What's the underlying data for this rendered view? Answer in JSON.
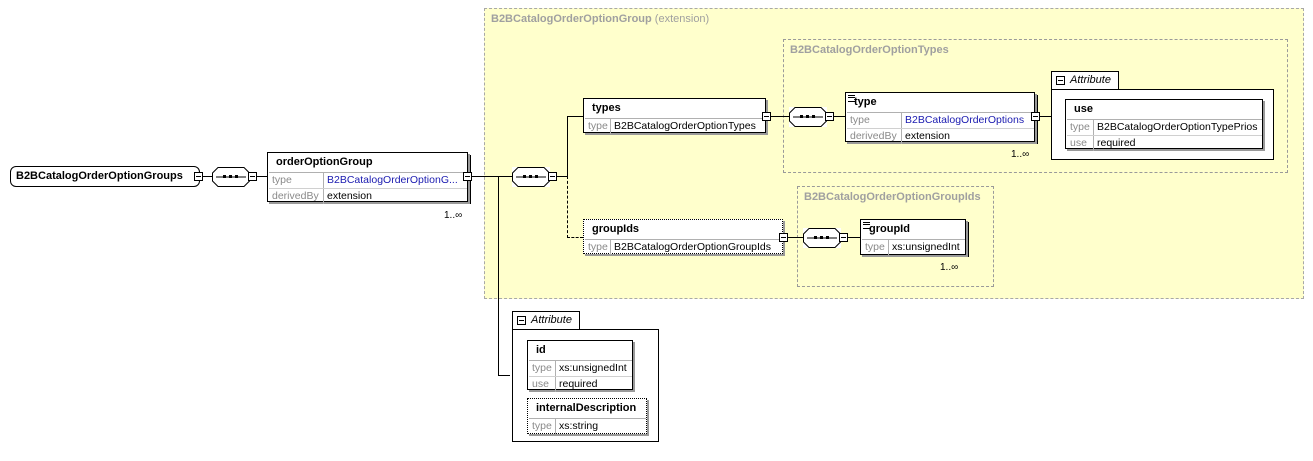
{
  "root": {
    "name": "B2BCatalogOrderOptionGroups"
  },
  "groups": {
    "extension_group": {
      "title": "B2BCatalogOrderOptionGroup",
      "suffix": "(extension)"
    },
    "types_group": {
      "title": "B2BCatalogOrderOptionTypes"
    },
    "groupids_group": {
      "title": "B2BCatalogOrderOptionGroupIds"
    }
  },
  "elements": {
    "orderOptionGroup": {
      "name": "orderOptionGroup",
      "type_key": "type",
      "type_value": "B2BCatalogOrderOptionG...",
      "derived_key": "derivedBy",
      "derived_value": "extension",
      "cardinality": "1..∞"
    },
    "types": {
      "name": "types",
      "type_key": "type",
      "type_value": "B2BCatalogOrderOptionTypes"
    },
    "groupIds": {
      "name": "groupIds",
      "type_key": "type",
      "type_value": "B2BCatalogOrderOptionGroupIds"
    },
    "type": {
      "name": "type",
      "type_key": "type",
      "type_value": "B2BCatalogOrderOptions",
      "derived_key": "derivedBy",
      "derived_value": "extension",
      "cardinality": "1..∞"
    },
    "groupId": {
      "name": "groupId",
      "type_key": "type",
      "type_value": "xs:unsignedInt",
      "cardinality": "1..∞"
    }
  },
  "attributes_type": {
    "tab": "Attribute",
    "use": {
      "name": "use",
      "type_key": "type",
      "type_value": "B2BCatalogOrderOptionTypePrios",
      "use_key": "use",
      "use_value": "required"
    }
  },
  "attributes_group": {
    "tab": "Attribute",
    "id": {
      "name": "id",
      "type_key": "type",
      "type_value": "xs:unsignedInt",
      "use_key": "use",
      "use_value": "required"
    },
    "internalDescription": {
      "name": "internalDescription",
      "type_key": "type",
      "type_value": "xs:string"
    }
  }
}
